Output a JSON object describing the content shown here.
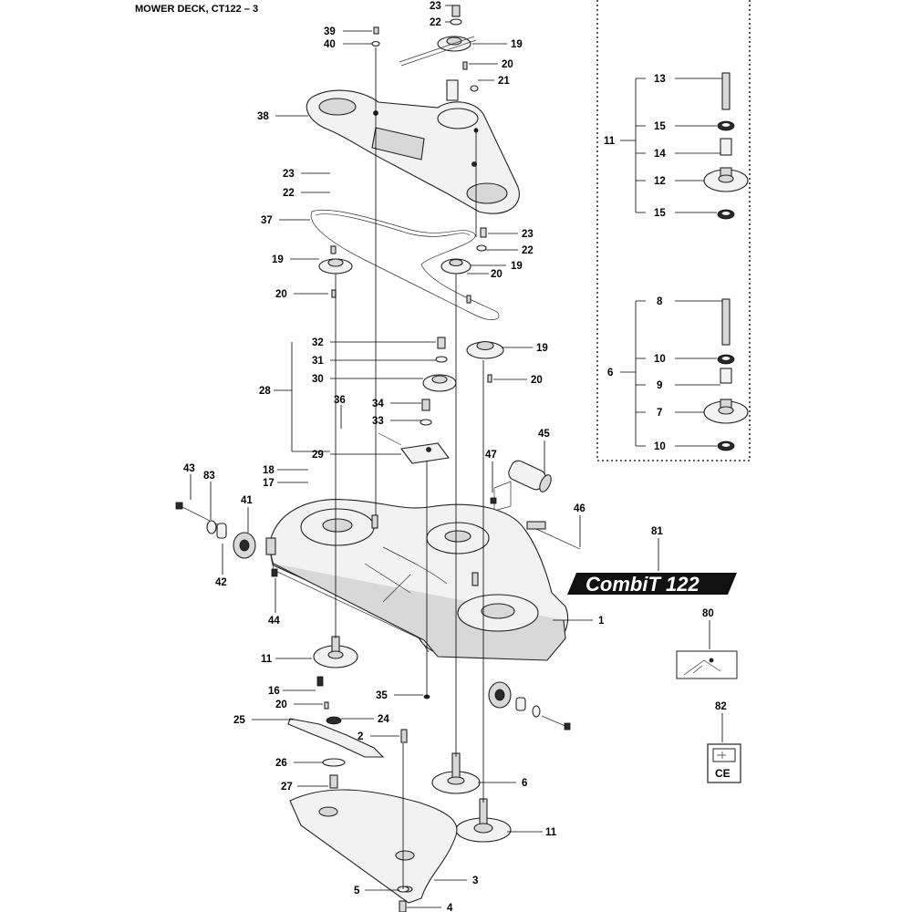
{
  "title": "MOWER DECK, CT122 – 3",
  "logo_text": "CombiT 122",
  "ce_mark": "CE",
  "labels": {
    "l23a": "23",
    "l22a": "22",
    "l39": "39",
    "l40": "40",
    "l19a": "19",
    "l20a": "20",
    "l21": "21",
    "l38": "38",
    "l23b": "23",
    "l22b": "22",
    "l37": "37",
    "l23c": "23",
    "l22c": "22",
    "l19b": "19",
    "l19c": "19",
    "l20b": "20",
    "l20c": "20",
    "l32": "32",
    "l31": "31",
    "l30": "30",
    "l28": "28",
    "l19d": "19",
    "l20d": "20",
    "l36": "36",
    "l34": "34",
    "l33": "33",
    "l29": "29",
    "l47": "47",
    "l45": "45",
    "l46": "46",
    "l18": "18",
    "l17": "17",
    "l43": "43",
    "l83": "83",
    "l41": "41",
    "l42": "42",
    "l44": "44",
    "l1": "1",
    "l81": "81",
    "l80": "80",
    "l82": "82",
    "l11a": "11",
    "l16": "16",
    "l20e": "20",
    "l35": "35",
    "l25": "25",
    "l24": "24",
    "l2": "2",
    "l26": "26",
    "l27": "27",
    "l6a": "6",
    "l11b": "11",
    "l3": "3",
    "l5": "5",
    "l4": "4",
    "k13": "13",
    "k11": "11",
    "k15a": "15",
    "k14": "14",
    "k12": "12",
    "k15b": "15",
    "k8": "8",
    "k6": "6",
    "k10a": "10",
    "k9": "9",
    "k7": "7",
    "k10b": "10"
  }
}
